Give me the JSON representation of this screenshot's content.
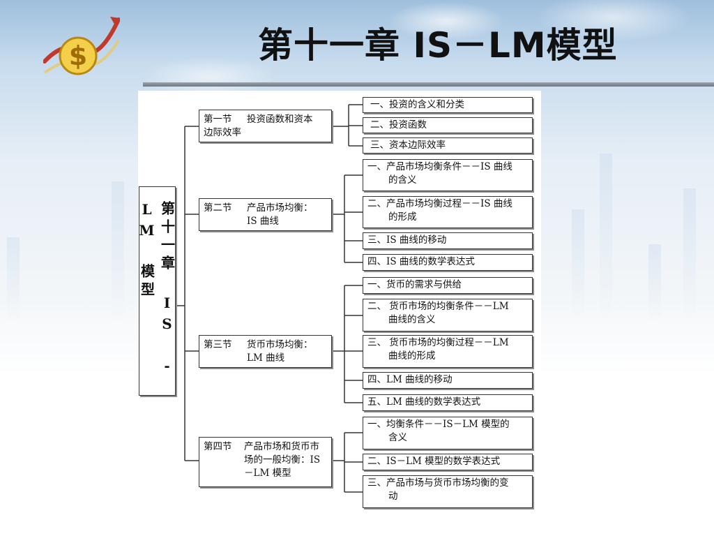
{
  "slide": {
    "title": "第十一章 IS－LM模型"
  },
  "diagram": {
    "root": "第十一章 IS - LM 模型",
    "sections": [
      {
        "num": "第一节",
        "name_l1": "投资函数和资本",
        "name_l2": "边际效率",
        "items": [
          {
            "l1": "一、投资的含义和分类",
            "l2": ""
          },
          {
            "l1": "二、投资函数",
            "l2": ""
          },
          {
            "l1": "三、资本边际效率",
            "l2": ""
          }
        ]
      },
      {
        "num": "第二节",
        "name_l1": "产品市场均衡：",
        "name_l2": "IS 曲线",
        "items": [
          {
            "l1": "一、产品市场均衡条件－－IS 曲线",
            "l2": "的含义"
          },
          {
            "l1": "二、产品市场均衡过程－－IS 曲线",
            "l2": "的形成"
          },
          {
            "l1": "三、IS 曲线的移动",
            "l2": ""
          },
          {
            "l1": "四、IS 曲线的数学表达式",
            "l2": ""
          }
        ]
      },
      {
        "num": "第三节",
        "name_l1": "货币市场均衡：",
        "name_l2": "LM 曲线",
        "items": [
          {
            "l1": "一、货币的需求与供给",
            "l2": ""
          },
          {
            "l1": "二、 货币市场的均衡条件－－LM",
            "l2": "曲线的含义"
          },
          {
            "l1": "三、 货币市场的均衡过程－－LM",
            "l2": "曲线的形成"
          },
          {
            "l1": "四、LM 曲线的移动",
            "l2": ""
          },
          {
            "l1": "五、LM 曲线的数学表达式",
            "l2": ""
          }
        ]
      },
      {
        "num": "第四节",
        "name_l1": "产品市场和货币市",
        "name_l2": "场的一般均衡：IS",
        "name_l3": "－LM 模型",
        "items": [
          {
            "l1": "一、均衡条件－－IS－LM 模型的",
            "l2": "含义"
          },
          {
            "l1": "二、IS－LM 模型的数学表达式",
            "l2": ""
          },
          {
            "l1": "三、产品市场与货币市场均衡的变",
            "l2": "动"
          }
        ]
      }
    ]
  }
}
